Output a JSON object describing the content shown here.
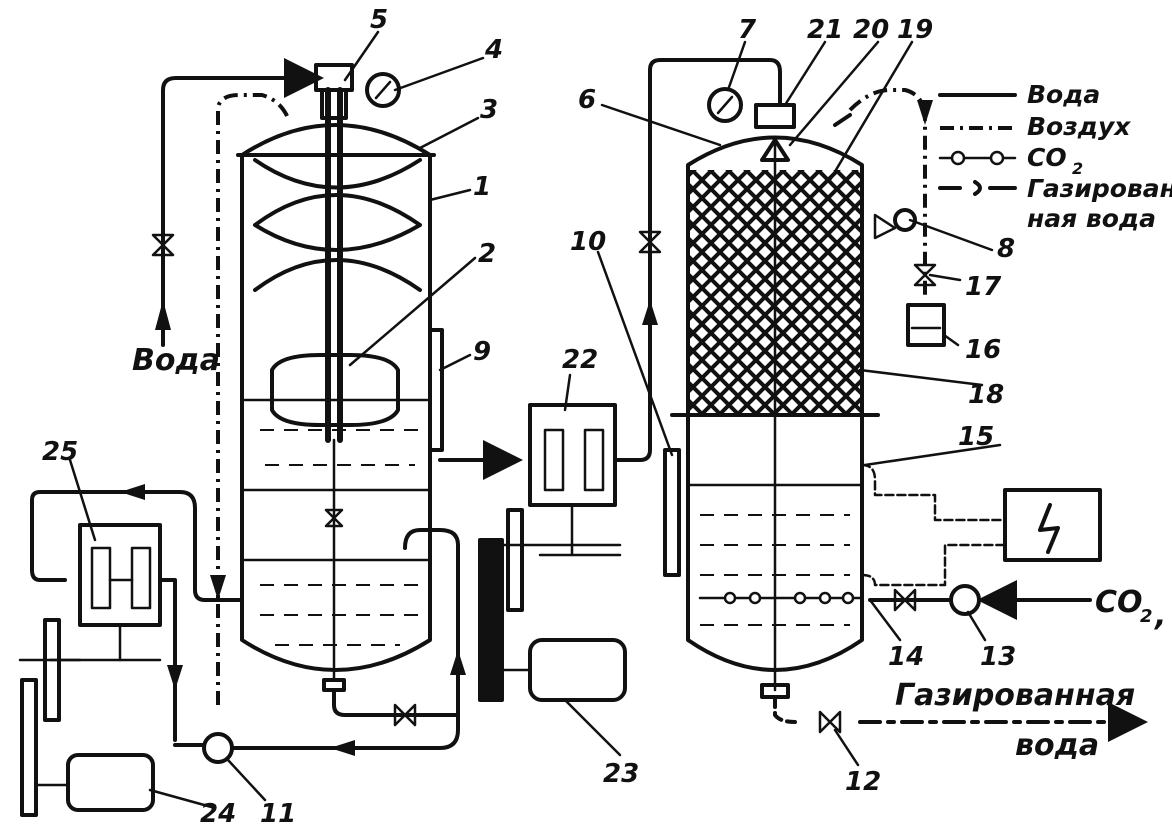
{
  "legend": {
    "water": "Вода",
    "air": "Воздух",
    "co2": "CO",
    "co2_sub": "2",
    "carb_line1": "Газирован-",
    "carb_line2": "ная вода"
  },
  "labels": {
    "water_in": "Вода",
    "co2_in": "CO",
    "co2_in_sub": "2",
    "co2_in_tail": ",",
    "product_line1": "Газированная",
    "product_line2": "вода"
  },
  "numbers": [
    "1",
    "2",
    "3",
    "4",
    "5",
    "6",
    "7",
    "8",
    "9",
    "10",
    "11",
    "12",
    "13",
    "14",
    "15",
    "16",
    "17",
    "18",
    "19",
    "20",
    "21",
    "22",
    "23",
    "24",
    "25"
  ]
}
